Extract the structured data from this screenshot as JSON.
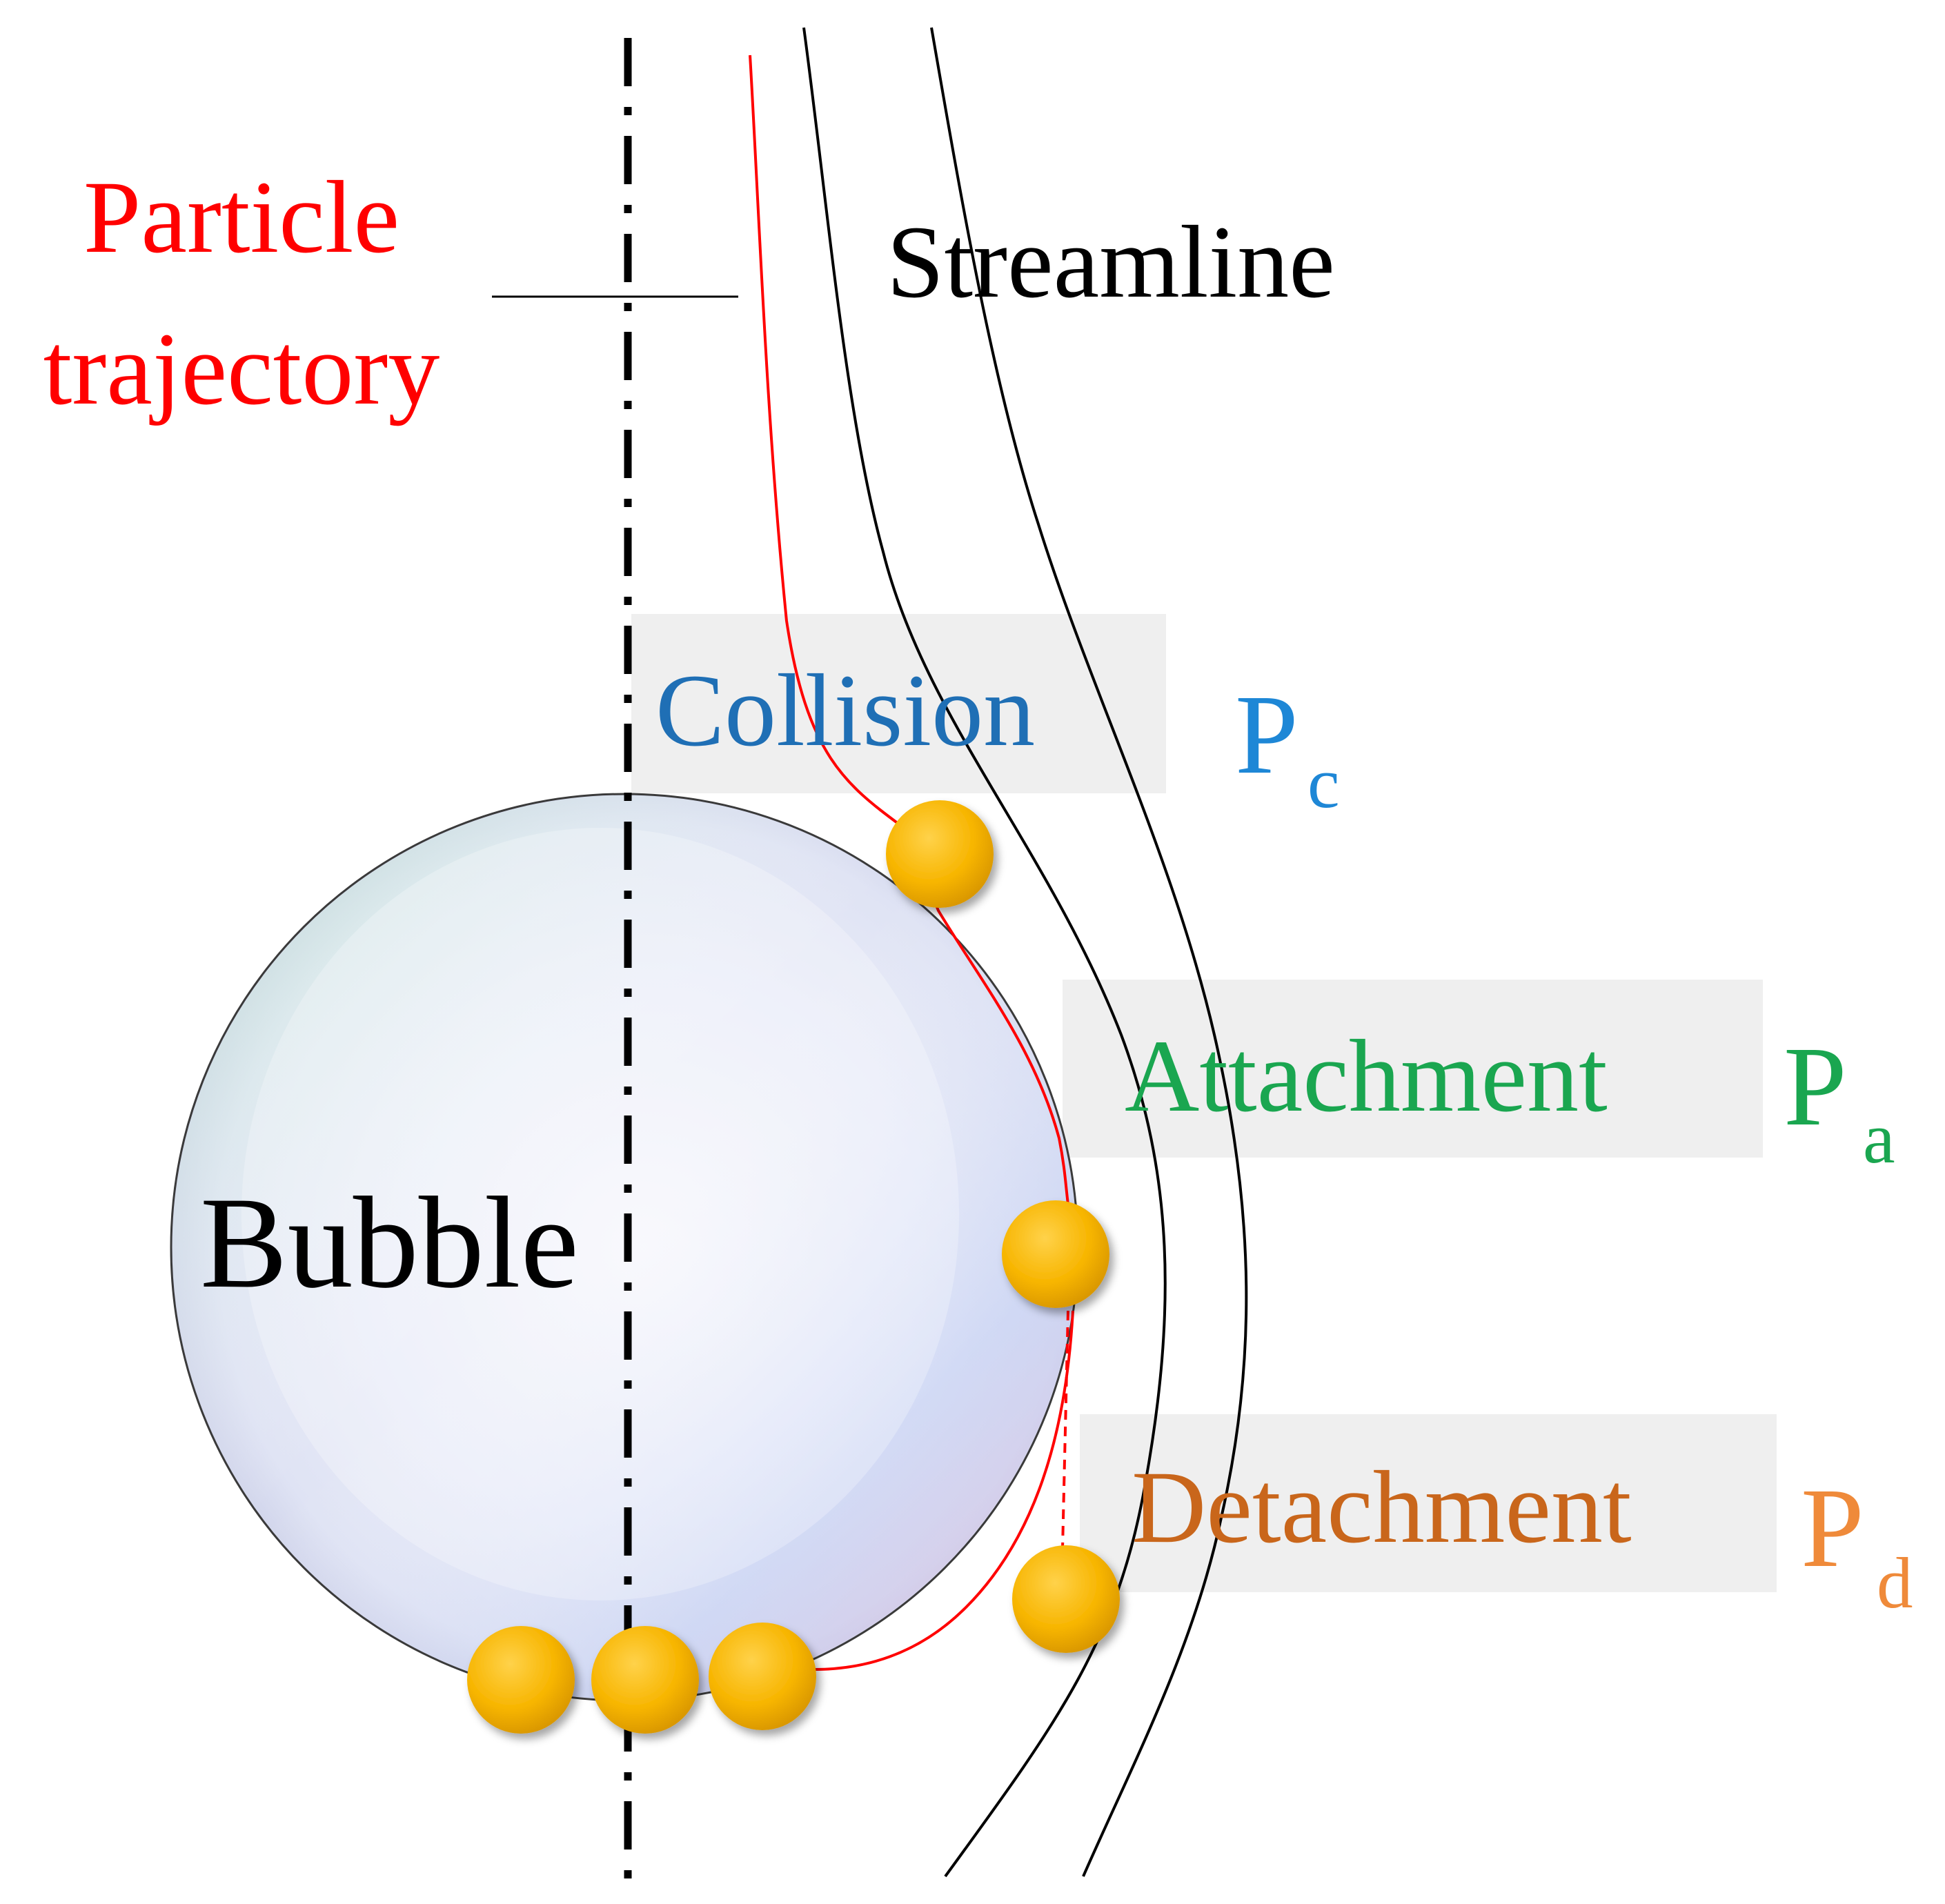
{
  "labels": {
    "particle_trajectory_line1": "Particle",
    "particle_trajectory_line2": "trajectory",
    "streamline": "Streamline",
    "collision": "Collision",
    "attachment": "Attachment",
    "detachment": "Detachment",
    "bubble": "Bubble",
    "pc_main": "P",
    "pc_sub": "c",
    "pa_main": "P",
    "pa_sub": "a",
    "pd_main": "P",
    "pd_sub": "d"
  },
  "colors": {
    "trajectory_red": "#ff0000",
    "collision_blue": "#1f6fb5",
    "pc_blue": "#1e87d6",
    "attachment_green": "#1aa650",
    "detachment_orange": "#c9661b",
    "pd_orange": "#ef8a3a",
    "particle_gold": "#f8b800",
    "label_box_gray": "#ececec",
    "axis_black": "#000000"
  }
}
